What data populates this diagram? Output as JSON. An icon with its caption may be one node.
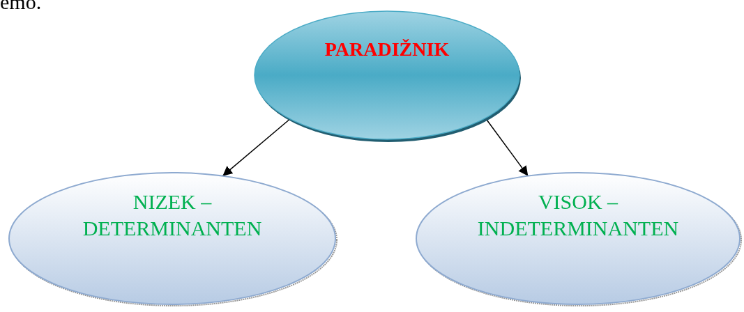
{
  "diagram": {
    "nodes": [
      {
        "text": [
          "PARADIŽNIK"
        ]
      },
      {
        "text": [
          "NIZEK – DETERMINANTEN"
        ]
      },
      {
        "text": [
          "VISOK – INDETERMINANTEN"
        ]
      }
    ],
    "edges": [
      {
        "from": 0,
        "to": 1,
        "arrow": "to"
      },
      {
        "from": 0,
        "to": 2,
        "arrow": "to"
      }
    ],
    "labels": [
      "emo."
    ]
  }
}
